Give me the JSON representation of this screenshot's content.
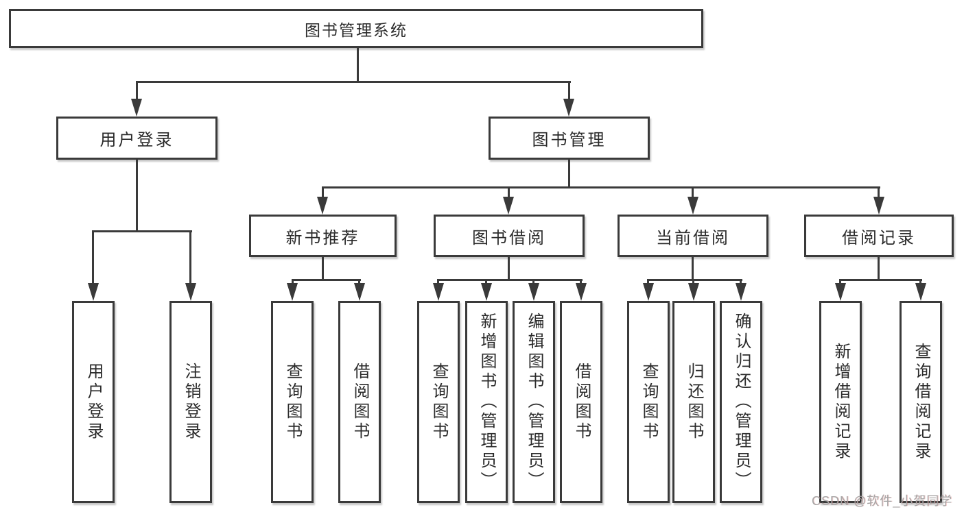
{
  "tree": {
    "root": {
      "label": "图书管理系统",
      "children": [
        {
          "label": "用户登录",
          "children": [
            {
              "label": "用户登录"
            },
            {
              "label": "注销登录"
            }
          ]
        },
        {
          "label": "图书管理",
          "children": [
            {
              "label": "新书推荐",
              "children": [
                {
                  "label": "查询图书"
                },
                {
                  "label": "借阅图书"
                }
              ]
            },
            {
              "label": "图书借阅",
              "children": [
                {
                  "label": "查询图书"
                },
                {
                  "label": "新增图书（管理员）"
                },
                {
                  "label": "编辑图书（管理员）"
                },
                {
                  "label": "借阅图书"
                }
              ]
            },
            {
              "label": "当前借阅",
              "children": [
                {
                  "label": "查询图书"
                },
                {
                  "label": "归还图书"
                },
                {
                  "label": "确认归还（管理员）"
                }
              ]
            },
            {
              "label": "借阅记录",
              "children": [
                {
                  "label": "新增借阅记录"
                },
                {
                  "label": "查询借阅记录"
                }
              ]
            }
          ]
        }
      ]
    }
  },
  "watermark": {
    "label": "CSDN @软件_小贺同学"
  },
  "colors": {
    "line": "#3a3a3a",
    "text": "#2b2b2b",
    "watermark": "#a6a6a6",
    "background": "#ffffff"
  }
}
